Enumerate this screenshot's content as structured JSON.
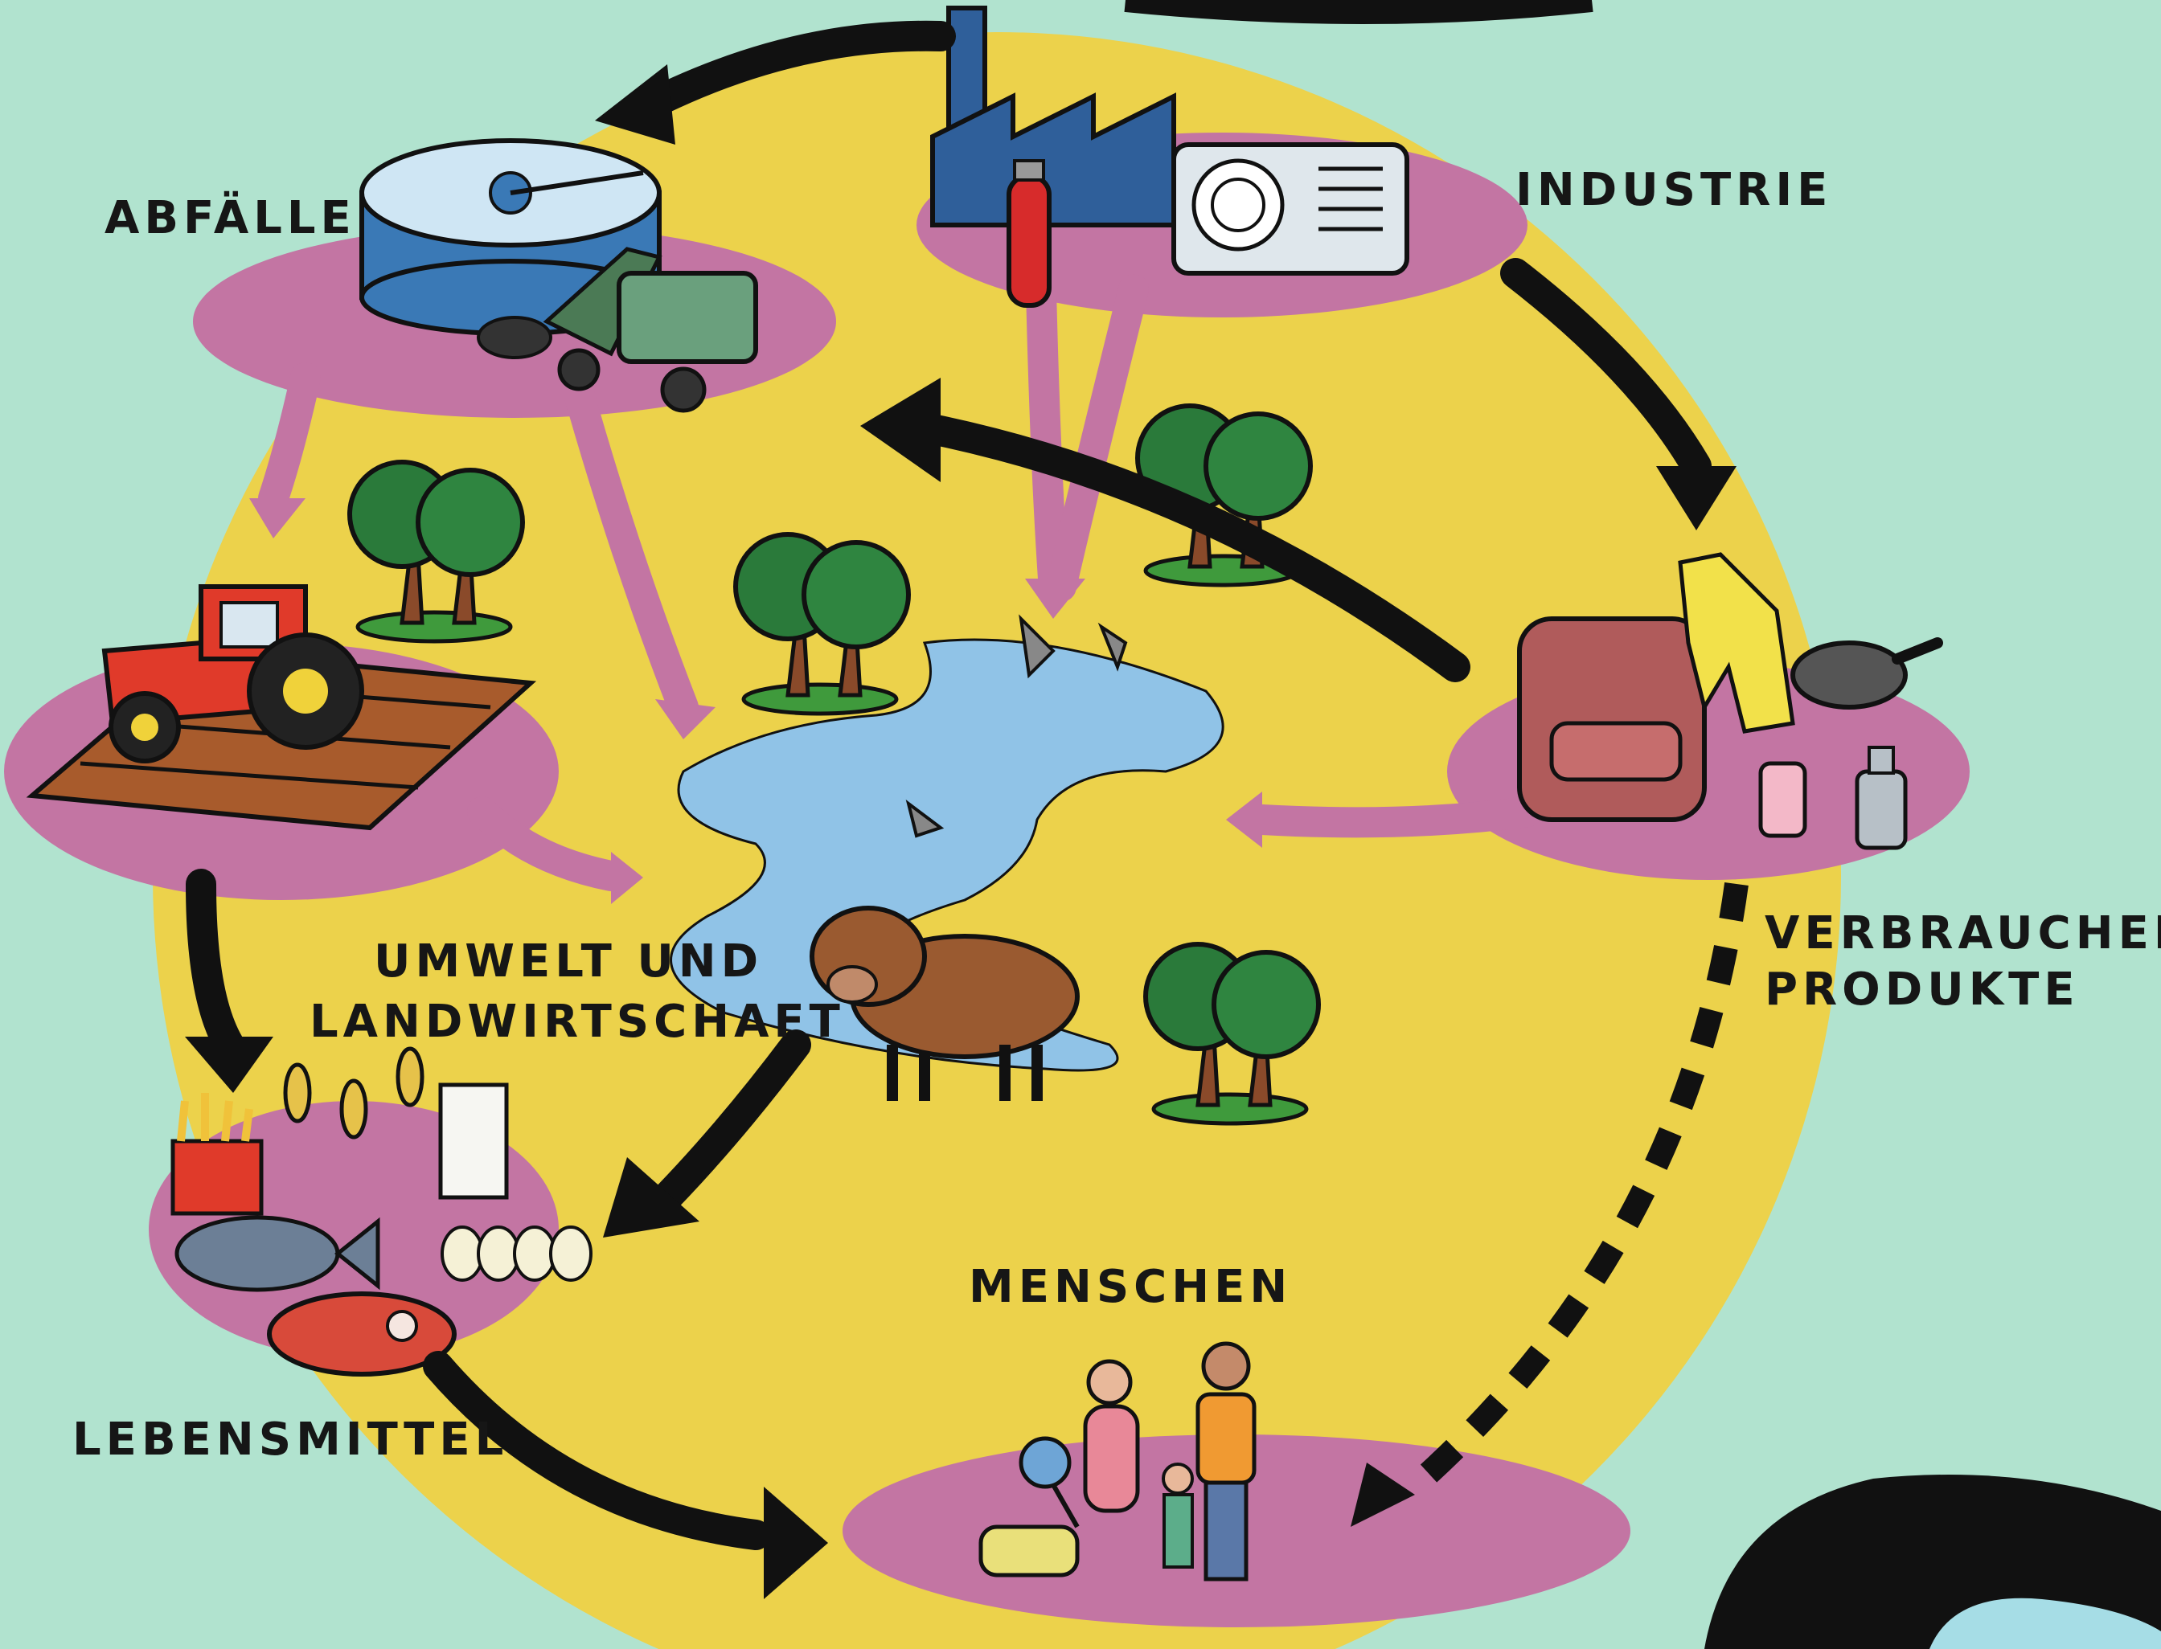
{
  "labels": {
    "waste": "ABFÄLLE",
    "industry": "INDUSTRIE",
    "consumer_line1": "VERBRAUCHER-",
    "consumer_line2": "PRODUKTE",
    "environment_line1": "UMWELT UND",
    "environment_line2": "LANDWIRTSCHAFT",
    "people": "MENSCHEN",
    "food": "LEBENSMITTEL"
  },
  "colors": {
    "background": "#b1e3cf",
    "circle": "#ecd24b",
    "blob": "#c375a3",
    "water": "#90c3e7",
    "tree": "#2a7a3a",
    "arrow": "#111111"
  }
}
